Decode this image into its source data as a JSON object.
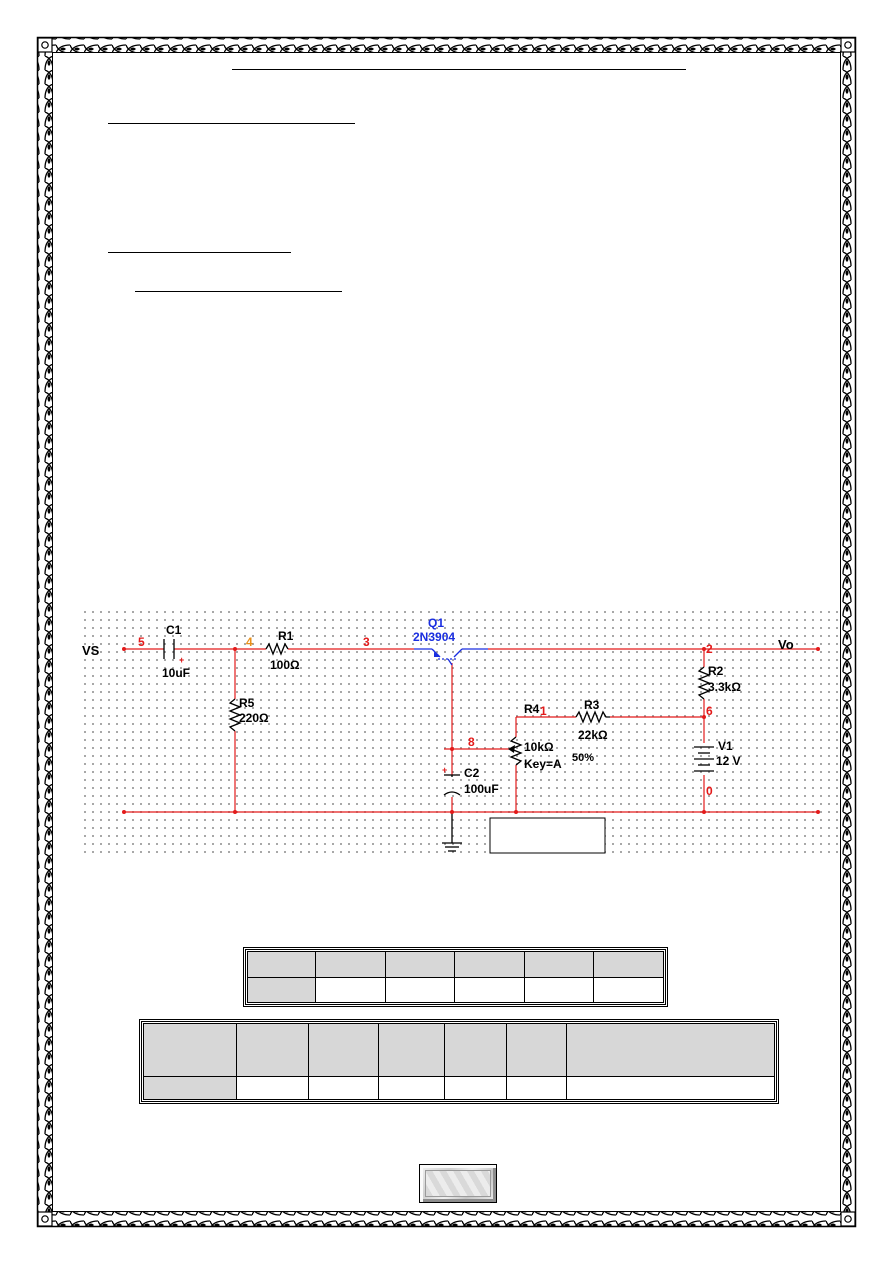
{
  "circuit": {
    "labels": {
      "vs": "VS",
      "vo": "Vo",
      "node5": "5",
      "node4": "4",
      "node3": "3",
      "node2": "2",
      "node6": "6",
      "node8": "8",
      "node1": "1",
      "node0": "0",
      "c1_name": "C1",
      "c1_value": "10uF",
      "c1_plus": "+",
      "r1_name": "R1",
      "r1_value": "100Ω",
      "q1_name": "Q1",
      "q1_part": "2N3904",
      "r2_name": "R2",
      "r2_value": "3.3kΩ",
      "r5_name": "R5",
      "r5_value": "220Ω",
      "r4_name": "R4",
      "r4_value": "10kΩ",
      "r4_key": "Key=A",
      "r4_percent": "50%",
      "r3_name": "R3",
      "r3_value": "22kΩ",
      "c2_name": "C2",
      "c2_value": "100uF",
      "c2_plus": "+",
      "v1_name": "V1",
      "v1_value": "12 V"
    },
    "colors": {
      "wire": "#e31a1a",
      "transistor": "#1a2ee0",
      "node_orange": "#e8901a",
      "grid_dot": "#9a9a9a"
    }
  },
  "table1": {
    "rows": 2,
    "cols": 6,
    "first_col_shaded": true
  },
  "table2": {
    "rows": 2,
    "cols": 7,
    "first_col_shaded": true
  }
}
